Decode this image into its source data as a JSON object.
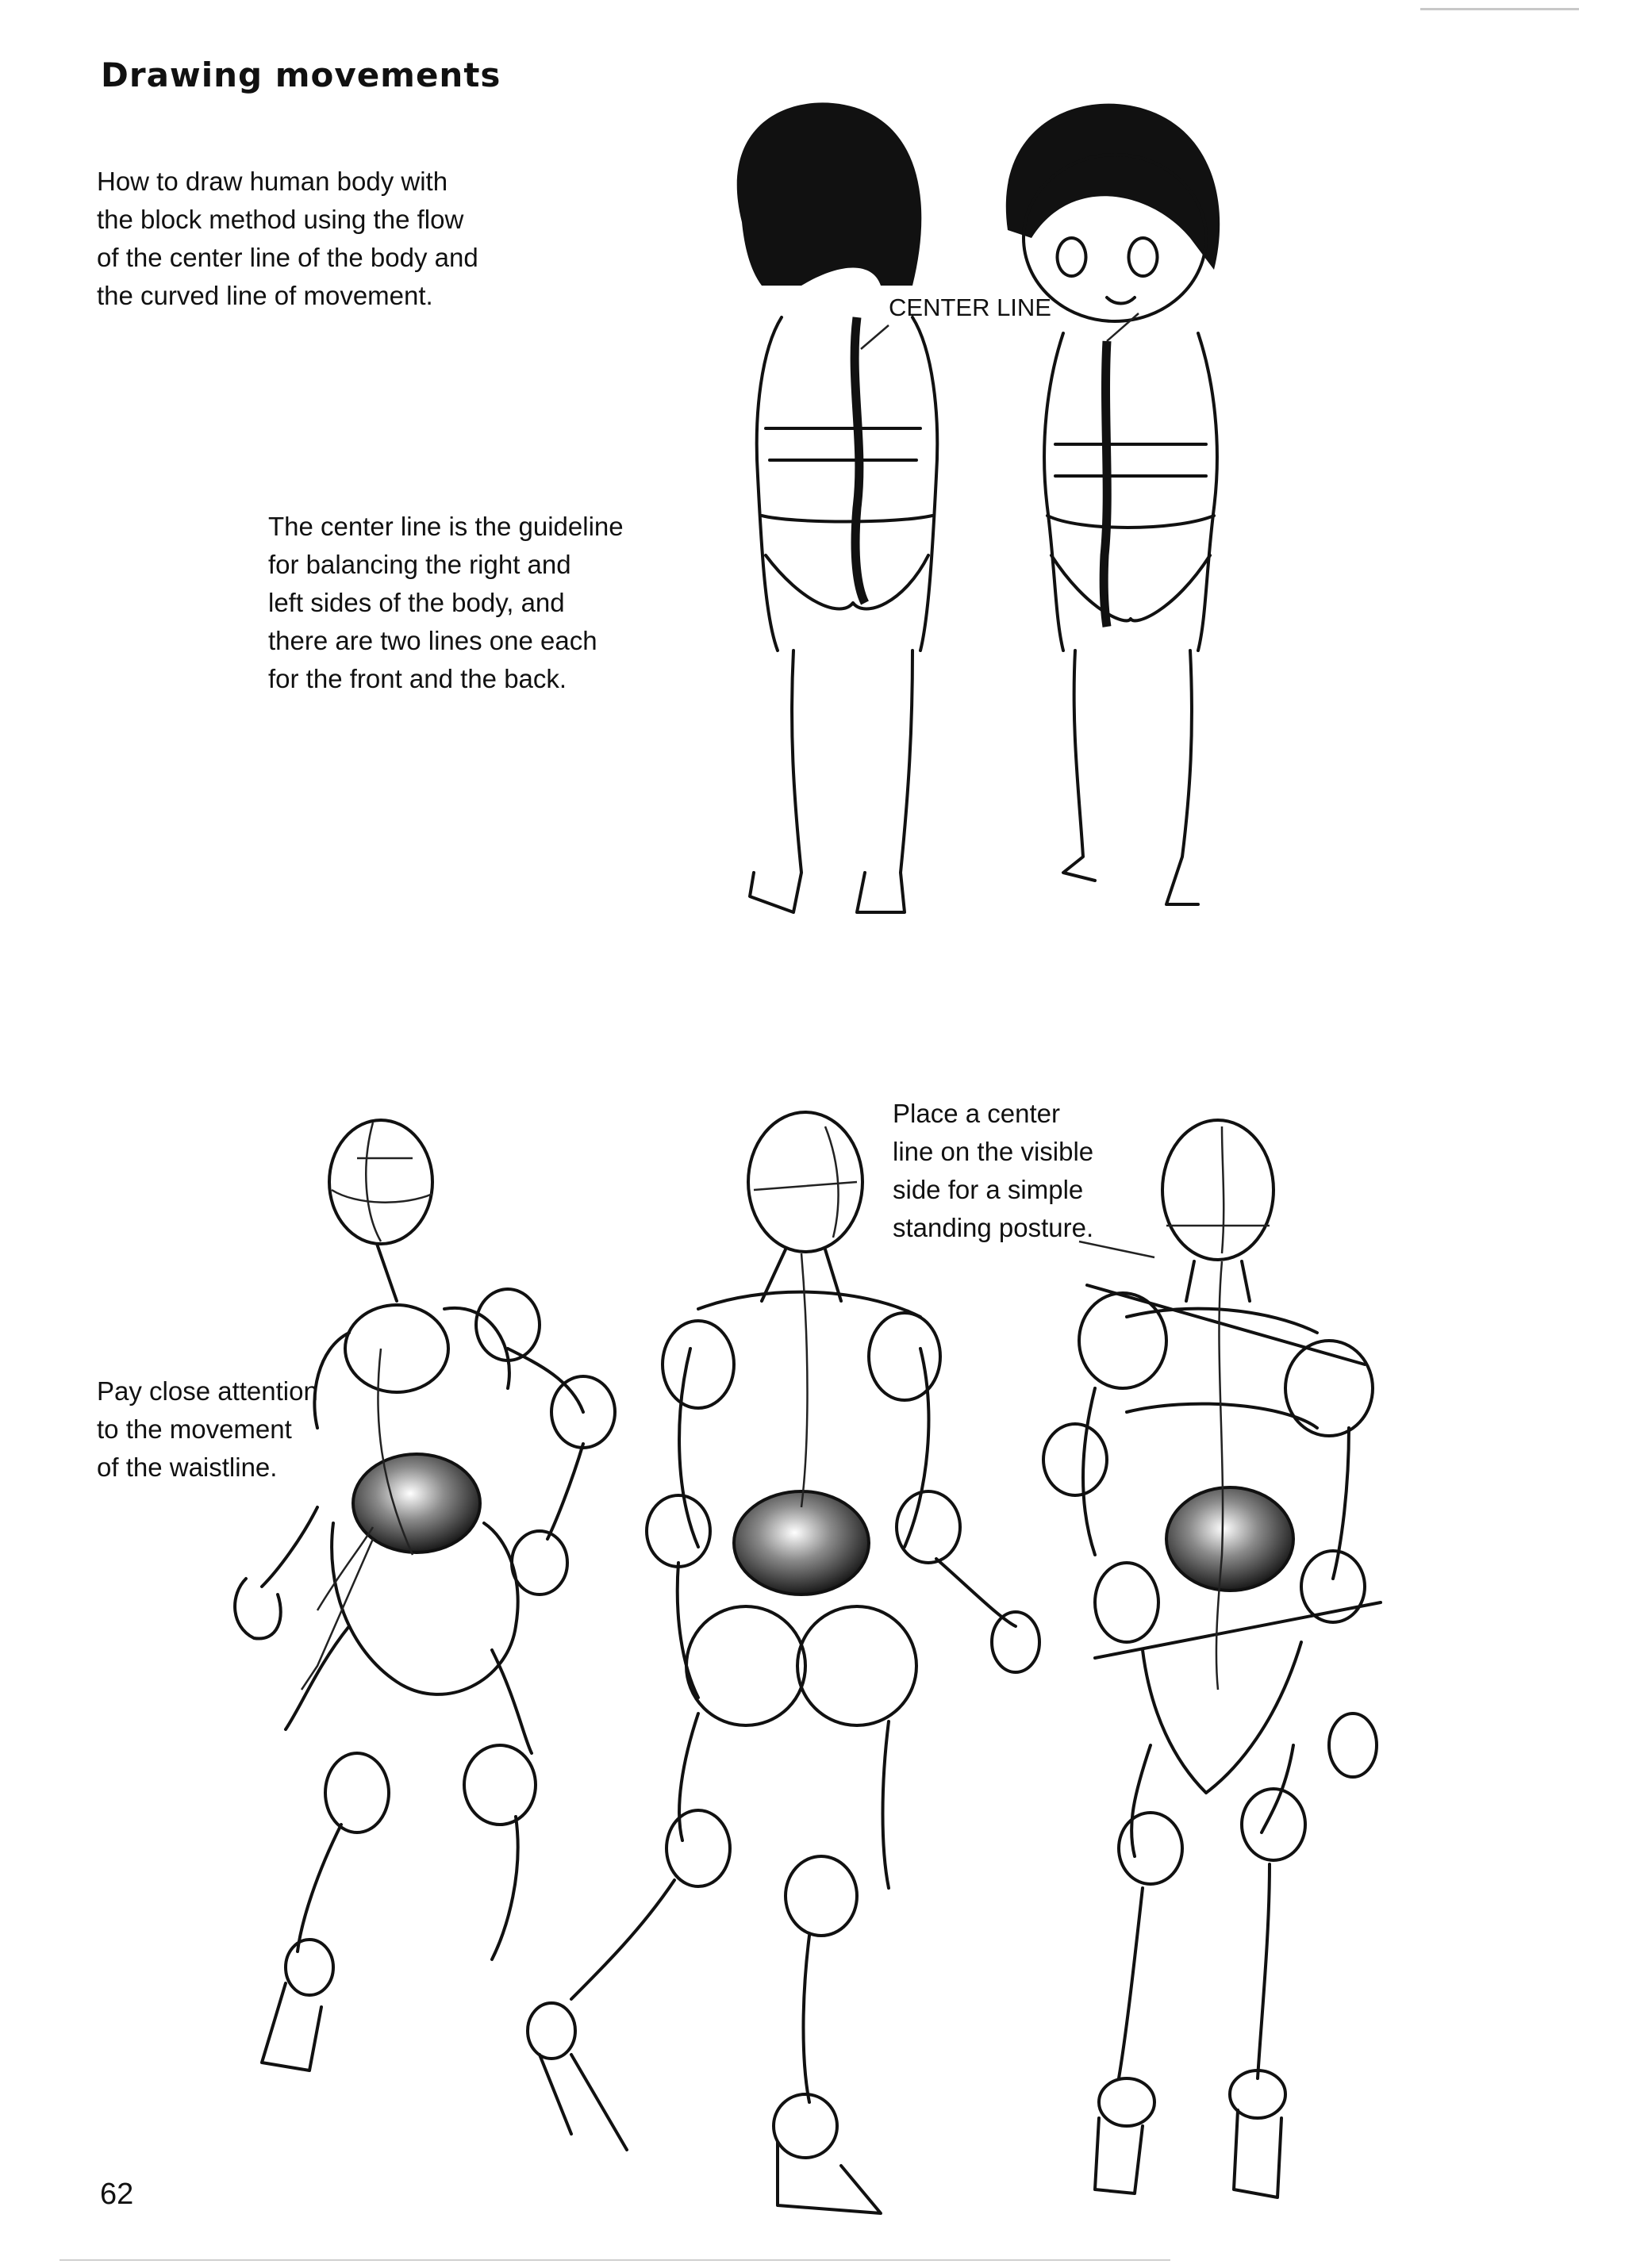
{
  "title": "Drawing movements",
  "intro": {
    "lines": [
      "How to draw human body with",
      "the block method using the flow",
      "of the center line of the body and",
      "the curved line of movement."
    ]
  },
  "center_line_label": "CENTER LINE",
  "center_line_note": {
    "lines": [
      "The center line is the guideline",
      "for balancing the right and",
      "left sides of the body, and",
      "there are two lines one each",
      "for the front and the back."
    ]
  },
  "standing_note": {
    "lines": [
      "Place a center",
      "line on the visible",
      "side for a simple",
      "standing posture."
    ]
  },
  "waist_note": {
    "lines": [
      "Pay close attention",
      "to the movement",
      "of the waistline."
    ]
  },
  "page_number": "62",
  "colors": {
    "ink": "#111111",
    "paper": "#ffffff",
    "waist_shading": "#555555"
  }
}
